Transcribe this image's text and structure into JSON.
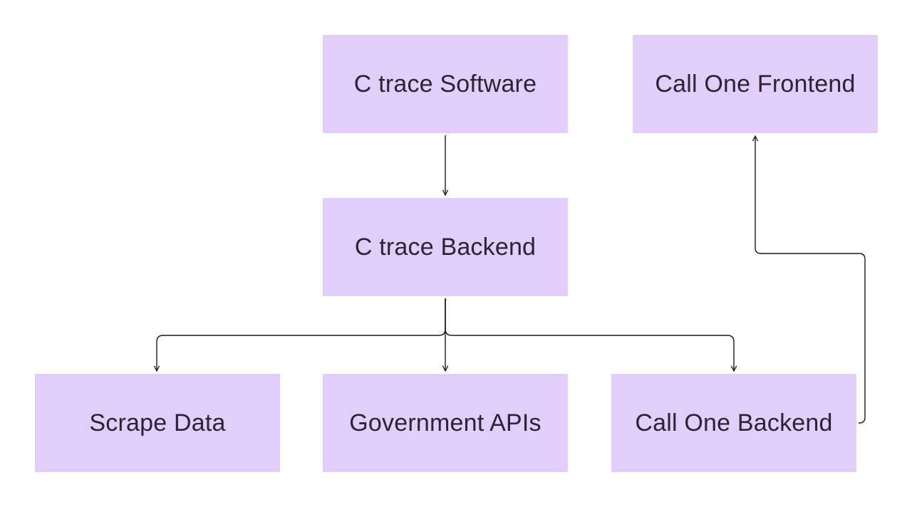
{
  "diagram": {
    "nodes": [
      {
        "id": "ctrace-software",
        "label": "C trace Software"
      },
      {
        "id": "callone-frontend",
        "label": "Call One Frontend"
      },
      {
        "id": "ctrace-backend",
        "label": "C trace Backend"
      },
      {
        "id": "scrape-data",
        "label": "Scrape Data"
      },
      {
        "id": "government-apis",
        "label": "Government APIs"
      },
      {
        "id": "callone-backend",
        "label": "Call One Backend"
      }
    ],
    "edges": [
      {
        "from": "ctrace-software",
        "to": "ctrace-backend"
      },
      {
        "from": "ctrace-backend",
        "to": "scrape-data"
      },
      {
        "from": "ctrace-backend",
        "to": "government-apis"
      },
      {
        "from": "ctrace-backend",
        "to": "callone-backend"
      },
      {
        "from": "callone-backend",
        "to": "callone-frontend"
      }
    ],
    "colors": {
      "node_fill": "#e3cdfa",
      "node_text": "#2b2433",
      "edge": "#1a1a1a",
      "background": "#ffffff"
    }
  }
}
